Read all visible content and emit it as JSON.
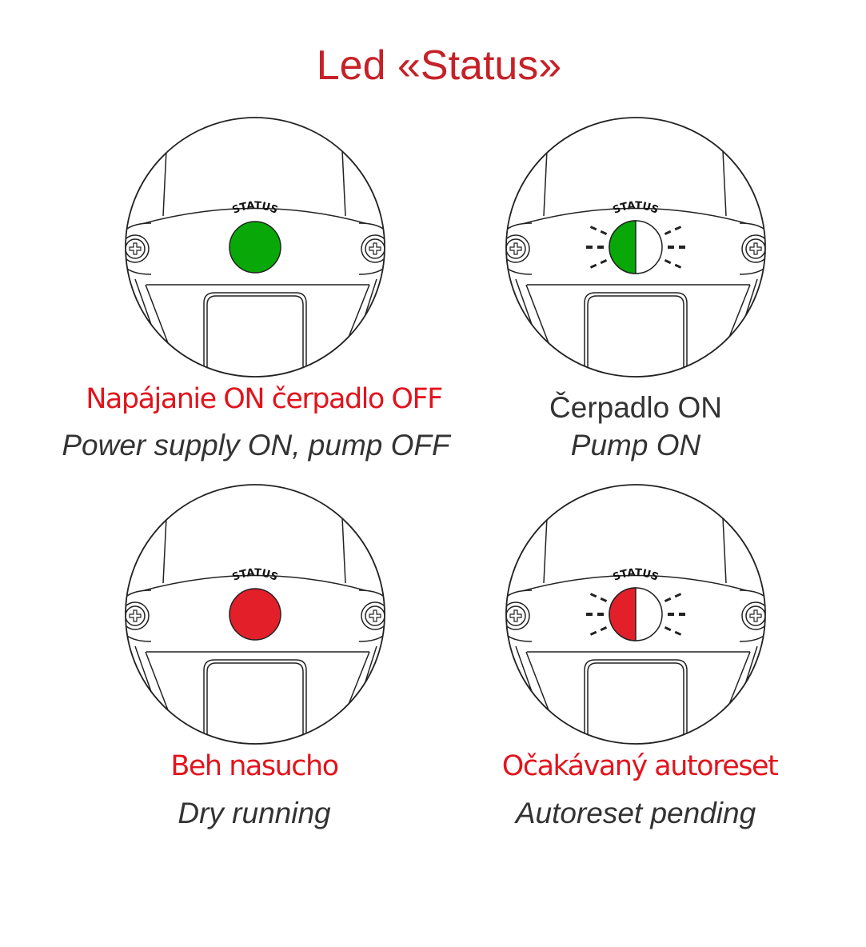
{
  "title": "Led «Status»",
  "led_label": "STATUS",
  "colors": {
    "green": "#08a808",
    "red": "#e3202a",
    "title": "#c62128",
    "label_red": "#e2141d"
  },
  "panels": [
    {
      "state": "steady-green",
      "line1": "Napájanie ON čerpadlo OFF",
      "line2": "Power supply ON, pump OFF"
    },
    {
      "state": "blinking-green",
      "line1": "Čerpadlo ON",
      "line2": "Pump ON"
    },
    {
      "state": "steady-red",
      "line1": "Beh nasucho",
      "line2": "Dry running"
    },
    {
      "state": "blinking-red",
      "line1": "Očakávaný autoreset",
      "line2": "Autoreset pending"
    }
  ]
}
